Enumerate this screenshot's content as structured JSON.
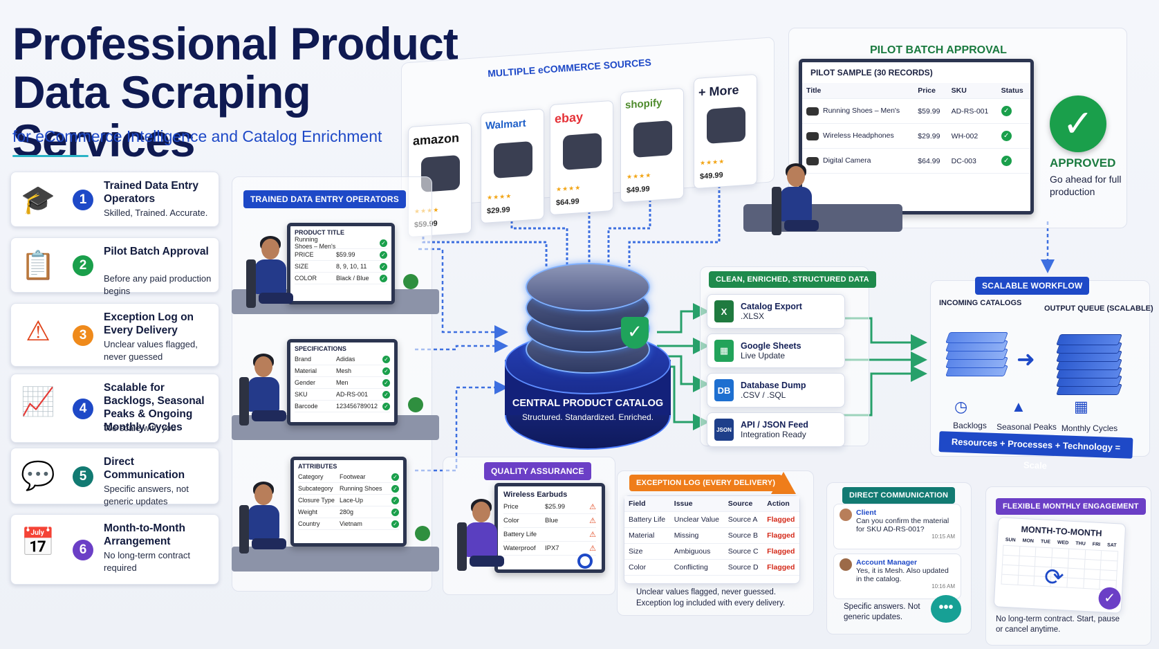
{
  "header": {
    "title_line1": "Professional Product",
    "title_line2": "Data Scraping Services",
    "subtitle": "for eCommerce Intelligence and Catalog Enrichment"
  },
  "features": [
    {
      "num": "1",
      "head": "Trained Data Entry Operators",
      "desc": "Skilled, Trained. Accurate.",
      "icon": "graduate-icon",
      "color": "#1e49c7"
    },
    {
      "num": "2",
      "head": "Pilot Batch Approval",
      "desc": "Before any paid production begins",
      "icon": "clipboard-check-icon",
      "color": "#1a9f4b"
    },
    {
      "num": "3",
      "head": "Exception Log on Every Delivery",
      "desc": "Unclear values flagged, never guessed",
      "icon": "warning-icon",
      "color": "#ef8a1b"
    },
    {
      "num": "4",
      "head": "Scalable for Backlogs, Seasonal Peaks & Ongoing Monthly Cycles",
      "desc": "We scale with you",
      "icon": "growth-chart-icon",
      "color": "#1e49c7"
    },
    {
      "num": "5",
      "head": "Direct Communication",
      "desc": "Specific answers, not generic updates",
      "icon": "chat-icon",
      "color": "#127a72"
    },
    {
      "num": "6",
      "head": "Month-to-Month Arrangement",
      "desc": "No long-term contract required",
      "icon": "calendar-icon",
      "color": "#6b3fc6"
    }
  ],
  "sources": {
    "label": "MULTIPLE eCOMMERCE SOURCES",
    "stores": [
      {
        "name": "amazon",
        "price": "$59.99",
        "color": "#111111"
      },
      {
        "name": "Walmart",
        "price": "$29.99",
        "color": "#1e5fc8"
      },
      {
        "name": "ebay",
        "price": "$64.99",
        "color": "#e53238"
      },
      {
        "name": "shopify",
        "price": "$49.99",
        "color": "#4c8a2a"
      },
      {
        "name": "+ More",
        "price": "$49.99",
        "color": "#1b2140"
      }
    ]
  },
  "operators": {
    "label": "TRAINED DATA ENTRY OPERATORS",
    "screen1": {
      "title": "PRODUCT TITLE",
      "rows": [
        {
          "k": "Running Shoes – Men's",
          "v": ""
        },
        {
          "k": "PRICE",
          "v": "$59.99"
        },
        {
          "k": "SIZE",
          "v": "8, 9, 10, 11"
        },
        {
          "k": "COLOR",
          "v": "Black / Blue"
        }
      ]
    },
    "screen2": {
      "title": "SPECIFICATIONS",
      "rows": [
        {
          "k": "Brand",
          "v": "Adidas"
        },
        {
          "k": "Material",
          "v": "Mesh"
        },
        {
          "k": "Gender",
          "v": "Men"
        },
        {
          "k": "SKU",
          "v": "AD-RS-001"
        },
        {
          "k": "Barcode",
          "v": "123456789012"
        }
      ]
    },
    "screen3": {
      "title": "ATTRIBUTES",
      "rows": [
        {
          "k": "Category",
          "v": "Footwear"
        },
        {
          "k": "Subcategory",
          "v": "Running Shoes"
        },
        {
          "k": "Closure Type",
          "v": "Lace-Up"
        },
        {
          "k": "Weight",
          "v": "280g"
        },
        {
          "k": "Country",
          "v": "Vietnam"
        }
      ]
    }
  },
  "catalog": {
    "title": "CENTRAL PRODUCT CATALOG",
    "subtitle": "Structured. Standardized. Enriched."
  },
  "pilot": {
    "label": "PILOT BATCH APPROVAL",
    "sample_title": "PILOT SAMPLE (30 RECORDS)",
    "columns": [
      "Title",
      "Price",
      "SKU",
      "Status"
    ],
    "rows": [
      {
        "title": "Running Shoes – Men's",
        "price": "$59.99",
        "sku": "AD-RS-001"
      },
      {
        "title": "Wireless Headphones",
        "price": "$29.99",
        "sku": "WH-002"
      },
      {
        "title": "Digital Camera",
        "price": "$64.99",
        "sku": "DC-003"
      }
    ],
    "approved": "APPROVED",
    "approved_note": "Go ahead for full production"
  },
  "structured": {
    "label": "CLEAN, ENRICHED, STRUCTURED DATA",
    "outputs": [
      {
        "name": "Catalog Export",
        "fmt": ".XLSX",
        "icon": "excel-icon",
        "color": "#1f7a3f",
        "glyph": "X"
      },
      {
        "name": "Google Sheets",
        "fmt": "Live Update",
        "icon": "sheets-icon",
        "color": "#22a35a",
        "glyph": "▦"
      },
      {
        "name": "Database Dump",
        "fmt": ".CSV / .SQL",
        "icon": "database-icon",
        "color": "#1e6fd0",
        "glyph": "DB"
      },
      {
        "name": "API / JSON Feed",
        "fmt": "Integration Ready",
        "icon": "json-icon",
        "color": "#1e3f8a",
        "glyph": "JSON"
      }
    ]
  },
  "scalable": {
    "label": "SCALABLE WORKFLOW",
    "incoming": "INCOMING CATALOGS",
    "output": "OUTPUT QUEUE (SCALABLE)",
    "items": [
      "Backlogs",
      "Seasonal Peaks",
      "Monthly Cycles"
    ],
    "formula": "Resources + Processes + Technology = Scale"
  },
  "qa": {
    "label": "QUALITY ASSURANCE",
    "screen_title": "Wireless Earbuds",
    "rows": [
      {
        "k": "Price",
        "v": "$25.99"
      },
      {
        "k": "Color",
        "v": "Blue"
      },
      {
        "k": "Battery Life",
        "v": ""
      },
      {
        "k": "Waterproof",
        "v": "IPX7"
      }
    ]
  },
  "exception": {
    "label": "EXCEPTION LOG (EVERY DELIVERY)",
    "columns": [
      "Field",
      "Issue",
      "Source",
      "Action"
    ],
    "rows": [
      {
        "field": "Battery Life",
        "issue": "Unclear Value",
        "source": "Source A",
        "action": "Flagged"
      },
      {
        "field": "Material",
        "issue": "Missing",
        "source": "Source B",
        "action": "Flagged"
      },
      {
        "field": "Size",
        "issue": "Ambiguous",
        "source": "Source C",
        "action": "Flagged"
      },
      {
        "field": "Color",
        "issue": "Conflicting",
        "source": "Source D",
        "action": "Flagged"
      }
    ],
    "note": "Unclear values flagged, never guessed. Exception log included with every delivery."
  },
  "direct": {
    "label": "DIRECT COMMUNICATION",
    "client_name": "Client",
    "client_msg": "Can you confirm the material for SKU AD-RS-001?",
    "client_time": "10:15 AM",
    "am_name": "Account Manager",
    "am_msg": "Yes, it is Mesh. Also updated in the catalog.",
    "am_time": "10:16 AM",
    "note": "Specific answers. Not generic updates."
  },
  "flexible": {
    "label": "FLEXIBLE MONTHLY ENGAGEMENT",
    "cal_title": "MONTH-TO-MONTH",
    "days": [
      "SUN",
      "MON",
      "TUE",
      "WED",
      "THU",
      "FRI",
      "SAT"
    ],
    "note": "No long-term contract. Start, pause or cancel anytime."
  }
}
